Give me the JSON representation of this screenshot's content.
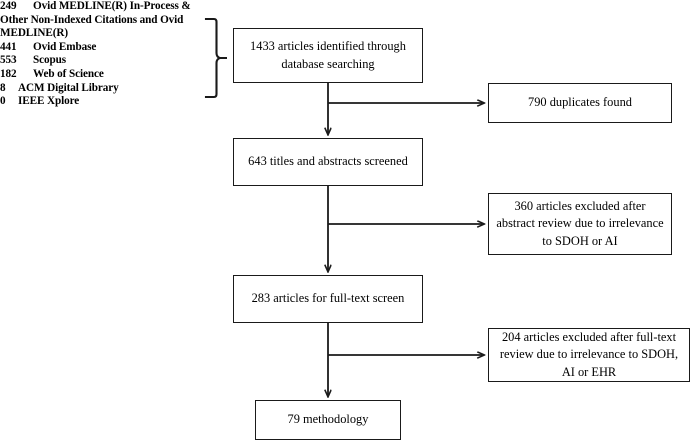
{
  "diagram": {
    "type": "prisma-flow-diagram",
    "line_color": "#1a1a1a",
    "background": "#ffffff",
    "sources": {
      "label": "database-search-sources",
      "rows": [
        {
          "count": "249",
          "name": "Ovid MEDLINE(R) In-Process &",
          "indent": "wide"
        },
        {
          "count": "",
          "name": "Other Non-Indexed Citations and Ovid",
          "indent": "none"
        },
        {
          "count": "",
          "name": "MEDLINE(R)",
          "indent": "none"
        },
        {
          "count": "441",
          "name": "Ovid Embase",
          "indent": "wide"
        },
        {
          "count": "553",
          "name": "Scopus",
          "indent": "wide"
        },
        {
          "count": "182",
          "name": "Web of Science",
          "indent": "wide"
        },
        {
          "count": "8",
          "name": "ACM Digital Library",
          "indent": "narrow"
        },
        {
          "count": "0",
          "name": "IEEE Xplore",
          "indent": "narrow"
        }
      ]
    },
    "nodes": {
      "identified": "1433 articles identified through database searching",
      "duplicates": "790 duplicates found",
      "screened": "643 titles and abstracts screened",
      "excluded_abstract": "360 articles excluded after abstract review due to irrelevance to SDOH or AI",
      "fulltext": "283 articles for full-text screen",
      "excluded_fulltext": "204 articles excluded after full-text review due to irrelevance to SDOH, AI or EHR",
      "final": "79 methodology"
    },
    "counts": {
      "identified": 1433,
      "duplicates": 790,
      "screened": 643,
      "excluded_abstract": 360,
      "fulltext": 283,
      "excluded_fulltext": 204,
      "final": 79
    }
  }
}
